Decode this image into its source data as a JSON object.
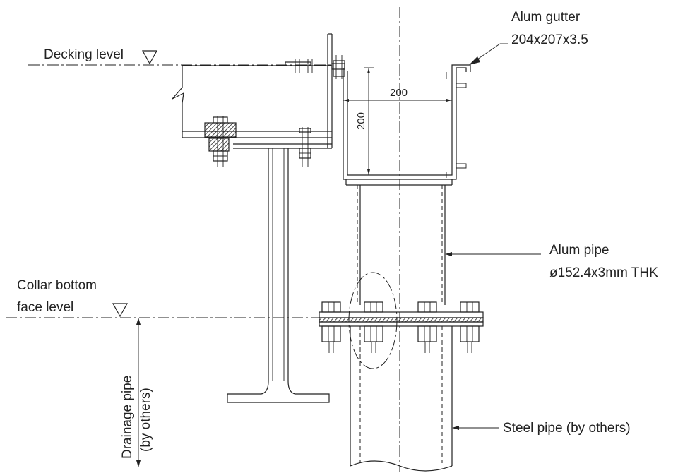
{
  "labels": {
    "decking_level": "Decking level",
    "alum_gutter_line1": "Alum gutter",
    "alum_gutter_line2": "204x207x3.5",
    "dim_width": "200",
    "dim_height": "200",
    "alum_pipe_line1": "Alum pipe",
    "alum_pipe_line2": "ø152.4x3mm THK",
    "collar_line1": "Collar bottom",
    "collar_line2": "face level",
    "drainage_line1": "Drainage pipe",
    "drainage_line2": "(by others)",
    "steel_pipe": "Steel pipe (by others)"
  }
}
